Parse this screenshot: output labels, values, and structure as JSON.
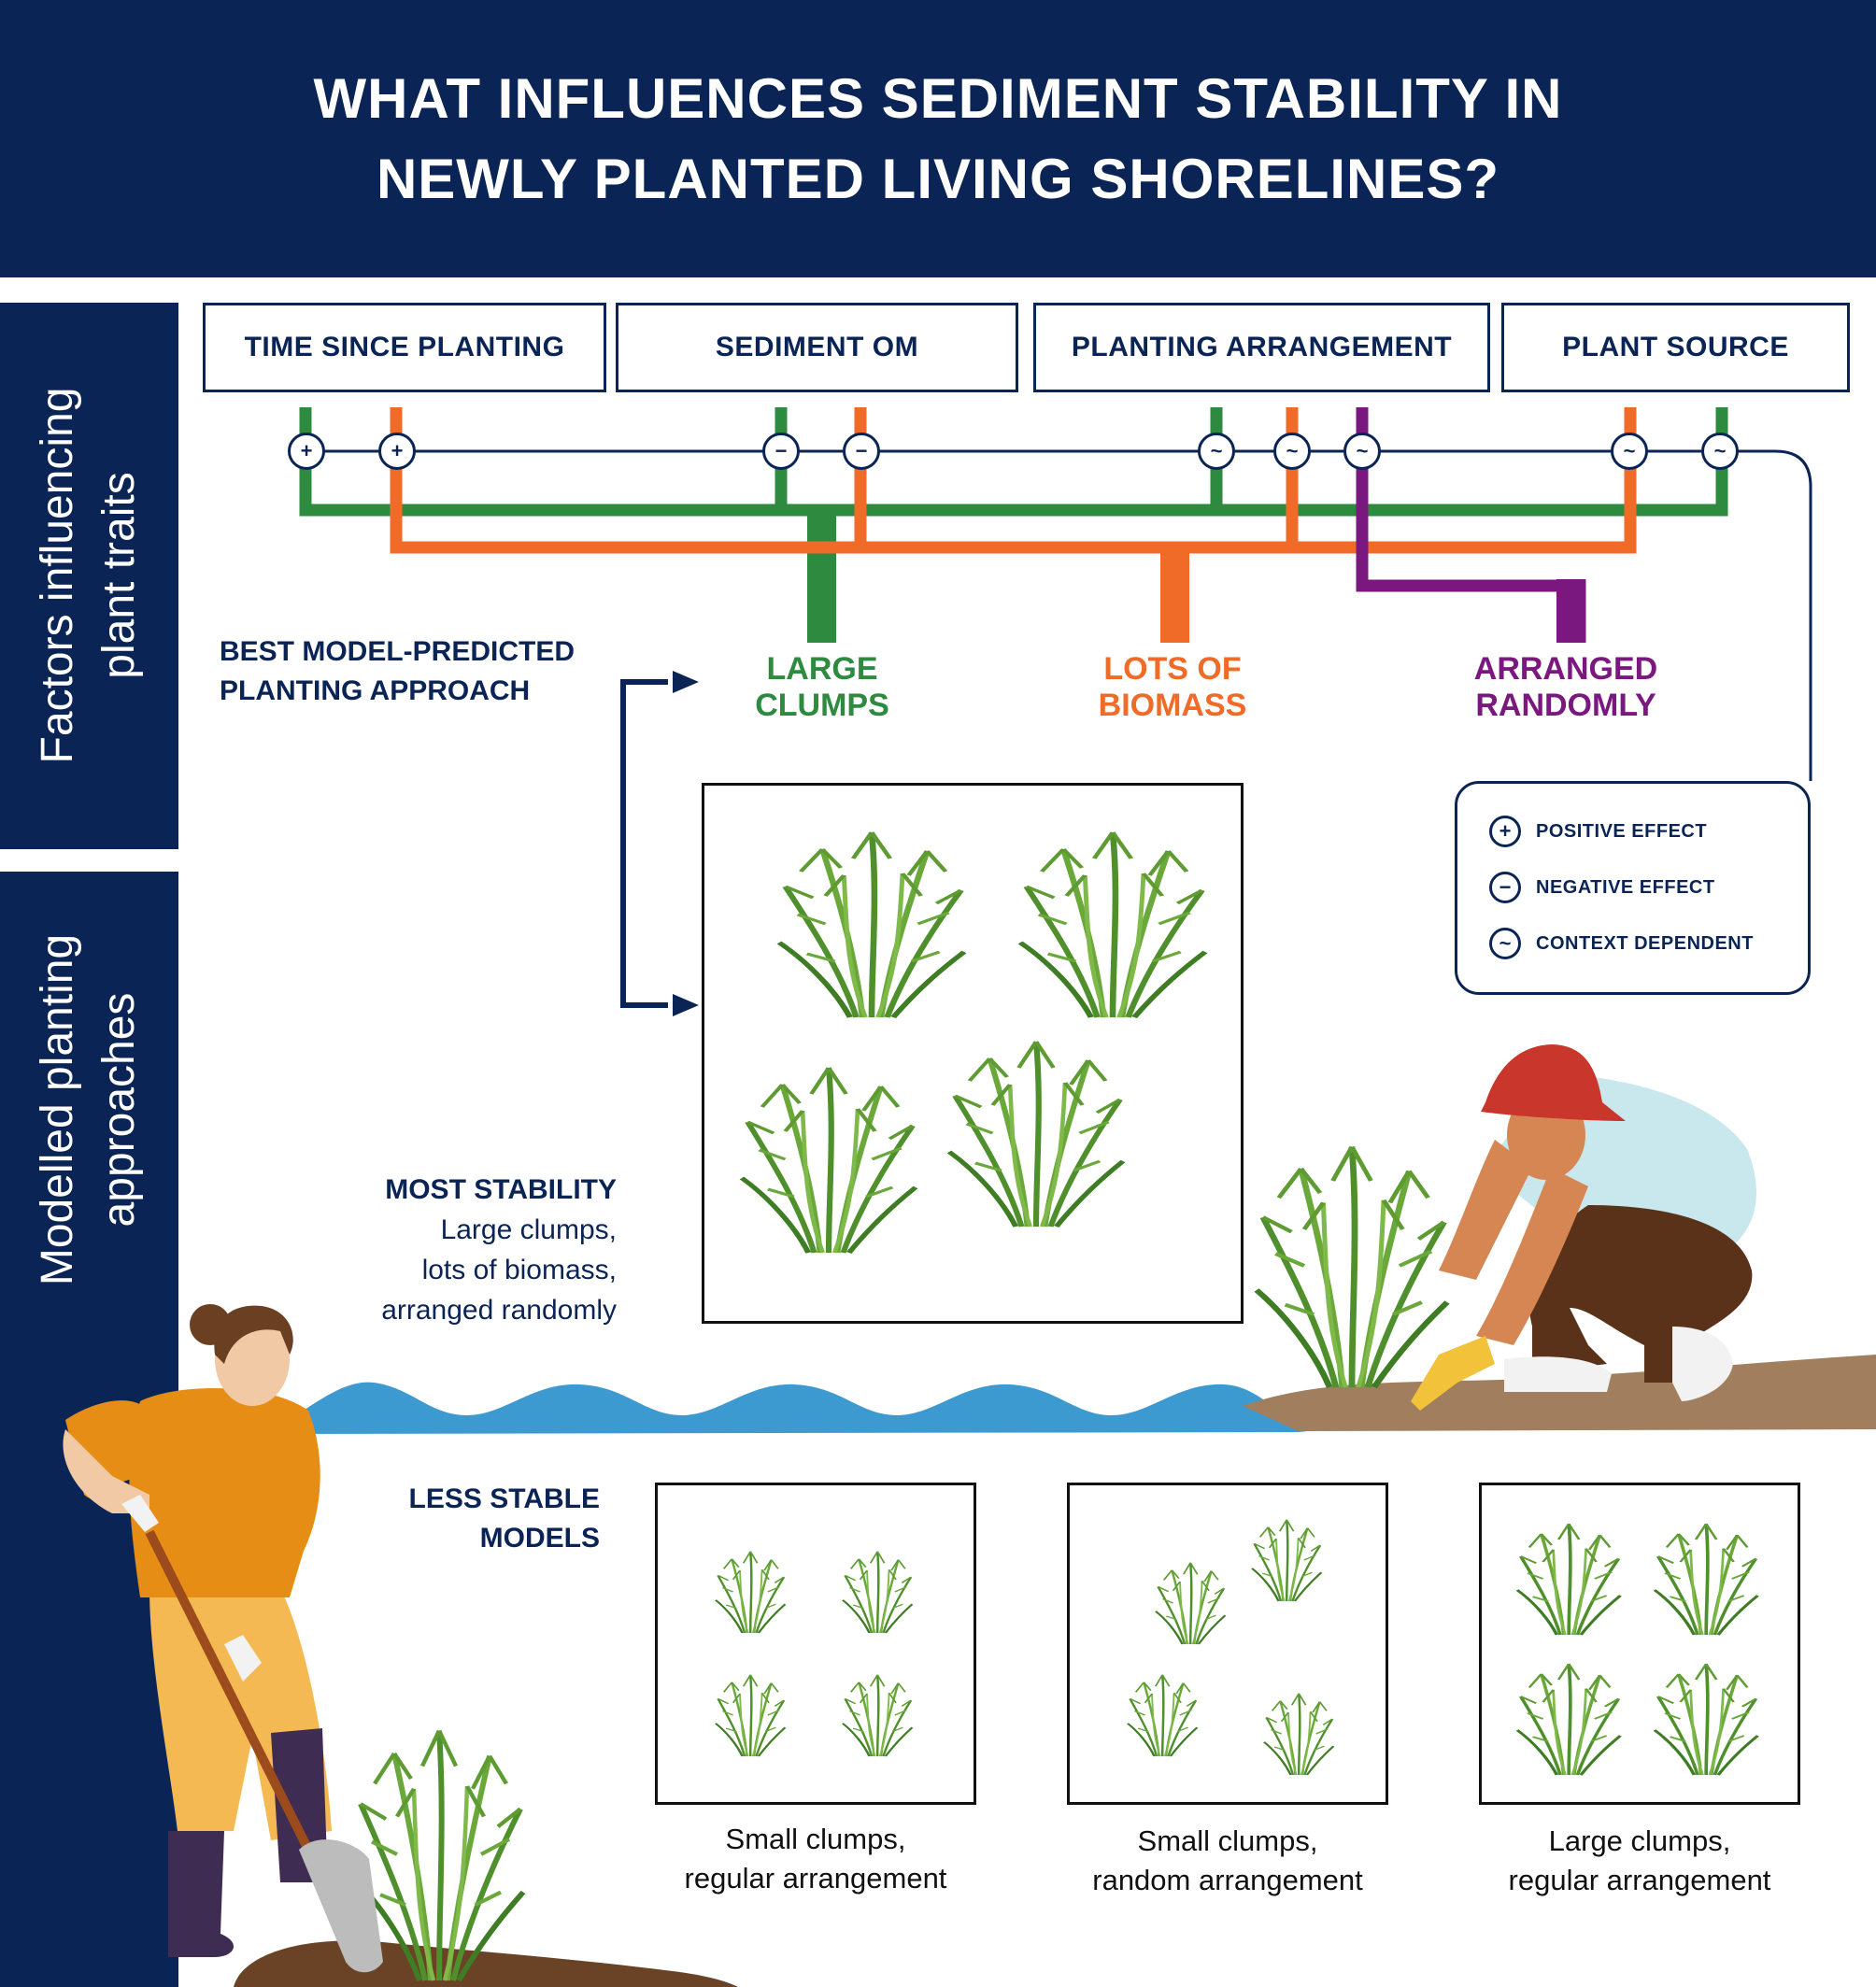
{
  "title": {
    "line1": "WHAT INFLUENCES SEDIMENT STABILITY IN",
    "line2": "NEWLY PLANTED LIVING SHORELINES?"
  },
  "side_labels": {
    "factors": {
      "line1": "Factors influencing",
      "line2": "plant traits"
    },
    "approaches": {
      "line1": "Modelled planting",
      "line2": "approaches"
    }
  },
  "factors": [
    "TIME SINCE PLANTING",
    "SEDIMENT OM",
    "PLANTING ARRANGEMENT",
    "PLANT SOURCE"
  ],
  "effect_symbols": {
    "positive": "+",
    "negative": "−",
    "context": "~"
  },
  "outcomes": {
    "clumps": {
      "line1": "LARGE",
      "line2": "CLUMPS",
      "color": "#2e8a3e"
    },
    "biomass": {
      "line1": "LOTS OF",
      "line2": "BIOMASS",
      "color": "#f06a28"
    },
    "random": {
      "line1": "ARRANGED",
      "line2": "RANDOMLY",
      "color": "#7a1880"
    }
  },
  "best_model": {
    "line1": "BEST MODEL-PREDICTED",
    "line2": "PLANTING APPROACH"
  },
  "legend": {
    "positive": "POSITIVE EFFECT",
    "negative": "NEGATIVE EFFECT",
    "context": "CONTEXT DEPENDENT"
  },
  "most_stability": {
    "heading": "MOST STABILITY",
    "line1": "Large clumps,",
    "line2": "lots of biomass,",
    "line3": "arranged randomly"
  },
  "less_stable": {
    "line1": "LESS STABLE",
    "line2": "MODELS"
  },
  "models": [
    {
      "line1": "Small clumps,",
      "line2": "regular arrangement"
    },
    {
      "line1": "Small clumps,",
      "line2": "random arrangement"
    },
    {
      "line1": "Large clumps,",
      "line2": "regular arrangement"
    }
  ],
  "colors": {
    "navy": "#0b2456",
    "green": "#2e8a3e",
    "orange": "#f06a28",
    "purple": "#7a1880",
    "water": "#3d9ad1",
    "soil": "#a07e5e"
  }
}
